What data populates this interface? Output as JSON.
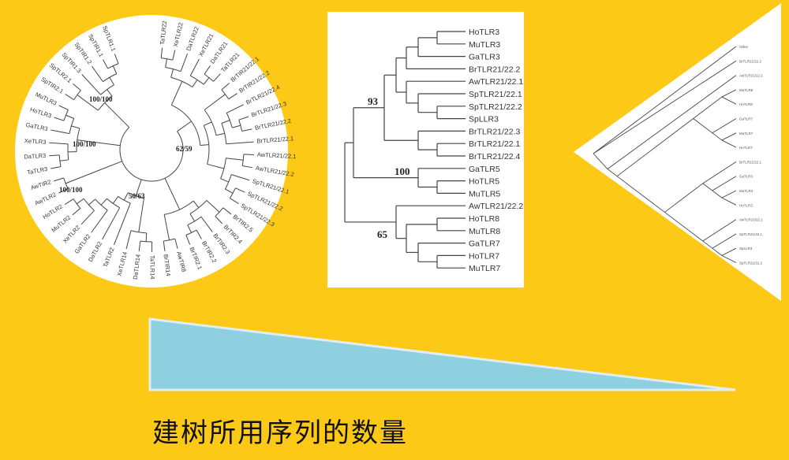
{
  "colors": {
    "background": "#fdc917",
    "panel": "#ffffff",
    "wedge": "#8ecfe0",
    "line": "#444444"
  },
  "circular_tree": {
    "tips": [
      "TaTLR22",
      "XeTLR22",
      "DaTLR22",
      "XeTLR21",
      "DaTLR21",
      "TaTLR21",
      "BrTIR21/22.1",
      "BrTIR21/22.2",
      "BrTLR21/22.4",
      "BrTLR21/22.3",
      "BrTLR21/22.2",
      "BrTLR21/22.1",
      "AwTLR21/22.1",
      "AwTLR21/22.2",
      "SpTLR21/22.1",
      "SpTLR21/22.2",
      "SpTLR21/22.3",
      "BrTIR2.5",
      "BrTIR2.4",
      "BrTIR2.3",
      "BrTIR2.2",
      "BrTIR2.1",
      "AwTIR8",
      "BrTIR14",
      "TaTLR14",
      "DaTLR14",
      "XeTLR14",
      "TaTLR2",
      "DaTLR2",
      "GaTLR2",
      "XeTLR2",
      "MuTLR2",
      "HoTLR2",
      "AwTLR2",
      "AwTIR2",
      "TaTLR3",
      "DaTLR3",
      "XeTLR3",
      "GaTLR3",
      "HoTLR3",
      "MuTLR3",
      "SpTIR2.1",
      "SpTLR2.1",
      "SpTIR1.3",
      "SpTIR1.2",
      "SpTIR1.1",
      "SpTLR1.1"
    ],
    "bootstrap": [
      "100/100",
      "100/100",
      "100/100",
      "62/59",
      "50/63"
    ]
  },
  "rect_tree": {
    "tips": [
      "HoTLR3",
      "MuTLR3",
      "GaTLR3",
      "BrTLR21/22.2",
      "AwTLR21/22.1",
      "SpTLR21/22.1",
      "SpTLR21/22.2",
      "SpLLR3",
      "BrTLR21/22.3",
      "BrTLR21/22.1",
      "BrTLR21/22.4",
      "GaTLR5",
      "HoTLR5",
      "MuTLR5",
      "AwTLR21/22.2",
      "HoTLR8",
      "MuTLR8",
      "GaTLR7",
      "HoTLR7",
      "MuTLR7"
    ],
    "bootstrap": [
      "93",
      "100",
      "65"
    ]
  },
  "slanted_tree": {
    "tips": [
      "Other",
      "BrTLR21/22.2",
      "AwTLR21/22.2",
      "MuTLR8",
      "HoTLR8",
      "GaTLR7",
      "MuTLR7",
      "HoTLR7",
      "BrTLR21/22.1",
      "GaTLR3",
      "MuTLR3",
      "HoTLR3",
      "AwTLR21/22.1",
      "SpTLR21/22.1",
      "SpLLR3",
      "SpTLR21/22.2"
    ]
  },
  "caption": "建树所用序列的数量"
}
